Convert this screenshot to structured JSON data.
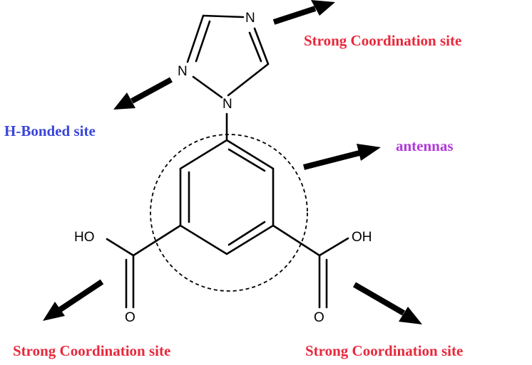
{
  "atoms": {
    "triazole_n_top": "N",
    "triazole_n_left": "N",
    "triazole_n_bottom": "N",
    "hydroxyl_left": "HO",
    "hydroxyl_right": "OH",
    "carbonyl_o_left": "O",
    "carbonyl_o_right": "O"
  },
  "labels": {
    "top_right": "Strong Coordination site",
    "hbond": "H-Bonded site",
    "antennas": "antennas",
    "bottom_left": "Strong Coordination site",
    "bottom_right": "Strong Coordination site"
  },
  "colors": {
    "coordination": "#e8283c",
    "hbond": "#3a46d8",
    "antennas": "#b03ad8",
    "structure": "#000000"
  }
}
